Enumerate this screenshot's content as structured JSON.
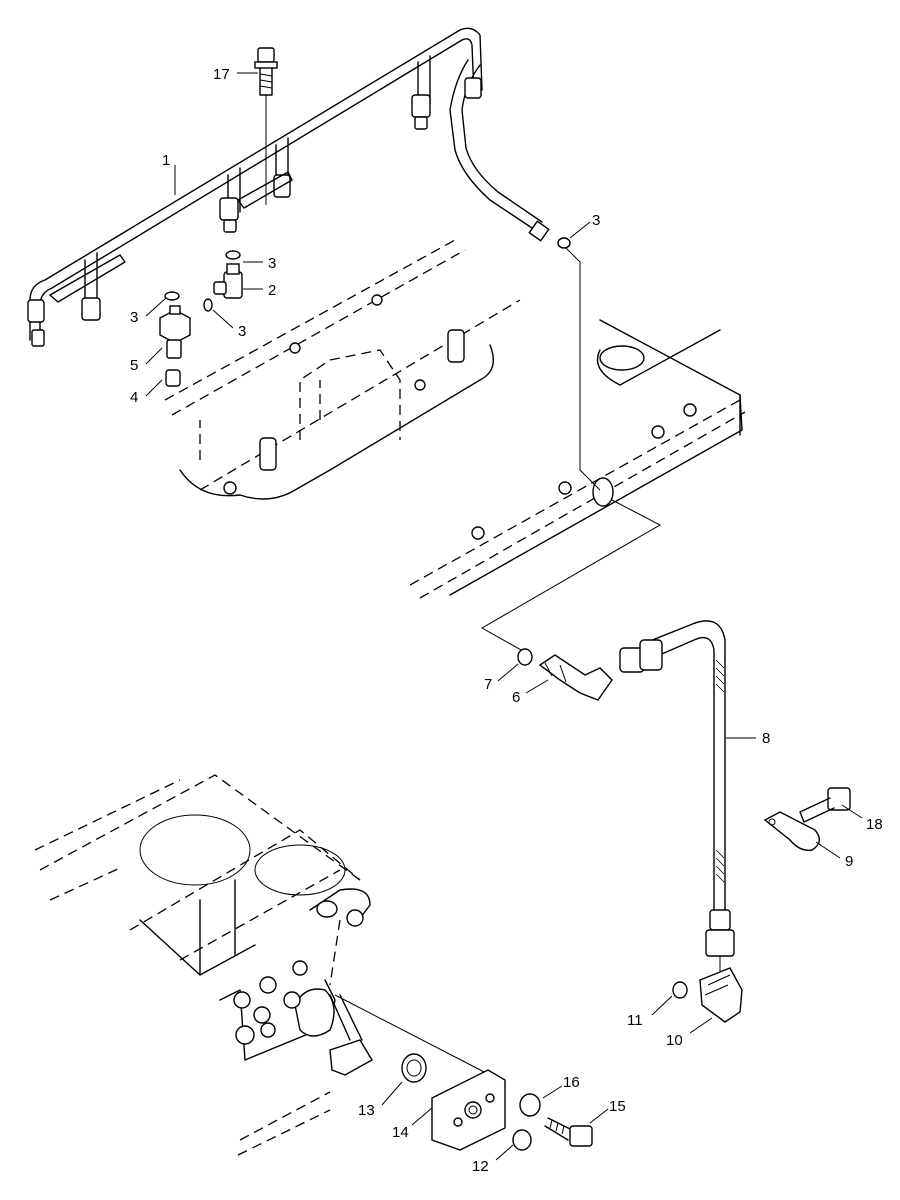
{
  "diagram": {
    "callouts": {
      "c1": "1",
      "c2": "2",
      "c3a": "3",
      "c3b": "3",
      "c3c": "3",
      "c3d": "3",
      "c4": "4",
      "c5": "5",
      "c6": "6",
      "c7": "7",
      "c8": "8",
      "c9": "9",
      "c10": "10",
      "c11": "11",
      "c12": "12",
      "c13": "13",
      "c14": "14",
      "c15": "15",
      "c16": "16",
      "c17": "17",
      "c18": "18"
    }
  }
}
